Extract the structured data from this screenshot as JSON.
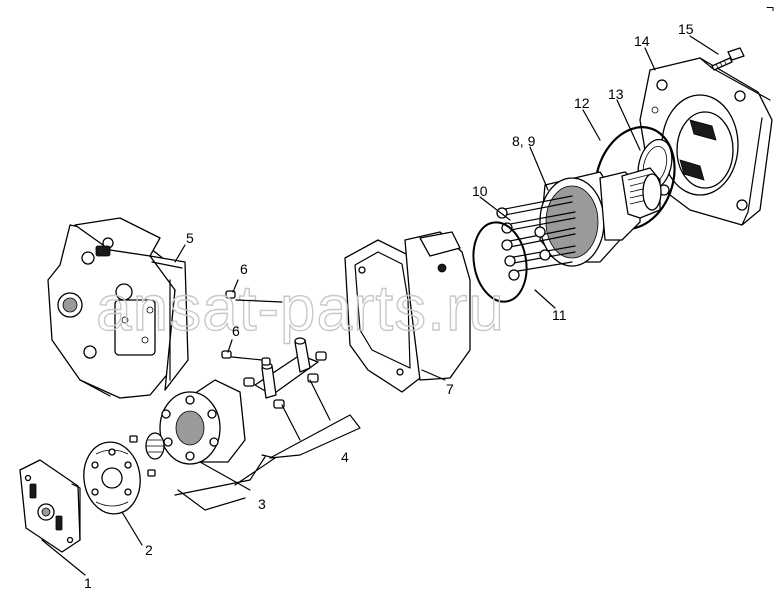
{
  "watermark": "ansat-parts.ru",
  "corner_mark": "¬",
  "parts": [
    {
      "id": "1",
      "label": "1"
    },
    {
      "id": "2",
      "label": "2"
    },
    {
      "id": "3",
      "label": "3"
    },
    {
      "id": "4",
      "label": "4"
    },
    {
      "id": "5",
      "label": "5"
    },
    {
      "id": "6a",
      "label": "6"
    },
    {
      "id": "6b",
      "label": "6"
    },
    {
      "id": "7",
      "label": "7"
    },
    {
      "id": "8-9",
      "label": "8, 9"
    },
    {
      "id": "10",
      "label": "10"
    },
    {
      "id": "11",
      "label": "11"
    },
    {
      "id": "12",
      "label": "12"
    },
    {
      "id": "13",
      "label": "13"
    },
    {
      "id": "14",
      "label": "14"
    },
    {
      "id": "15",
      "label": "15"
    }
  ]
}
